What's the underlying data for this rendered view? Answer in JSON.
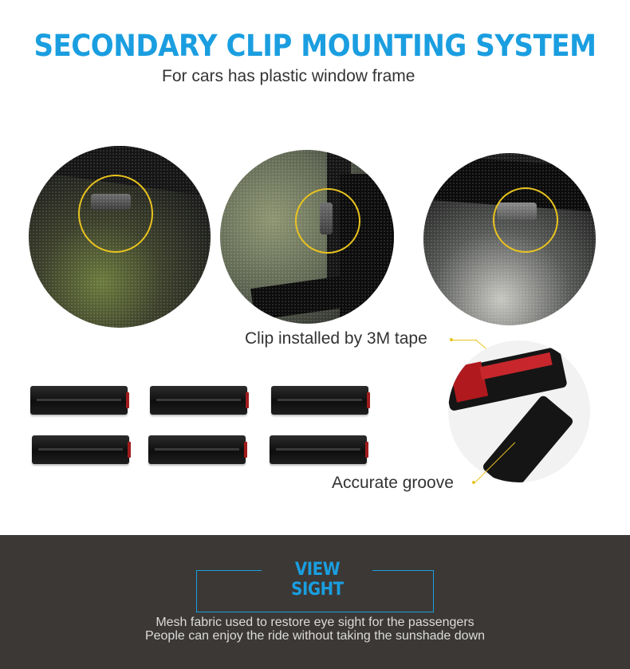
{
  "header": {
    "title": "SECONDARY CLIP MOUNTING SYSTEM",
    "subtitle": "For cars has plastic window frame"
  },
  "callouts": {
    "tape": "Clip installed by 3M tape",
    "groove": "Accurate groove"
  },
  "footer": {
    "heading": "VIEW SIGHT",
    "line1": "Mesh fabric used to restore eye sight for the passengers",
    "line2": "People can enjoy the ride without taking the sunshade down"
  },
  "colors": {
    "accent_blue": "#1a9ee0",
    "highlight_yellow": "#e9c31f",
    "band_dark": "#3b3835"
  }
}
